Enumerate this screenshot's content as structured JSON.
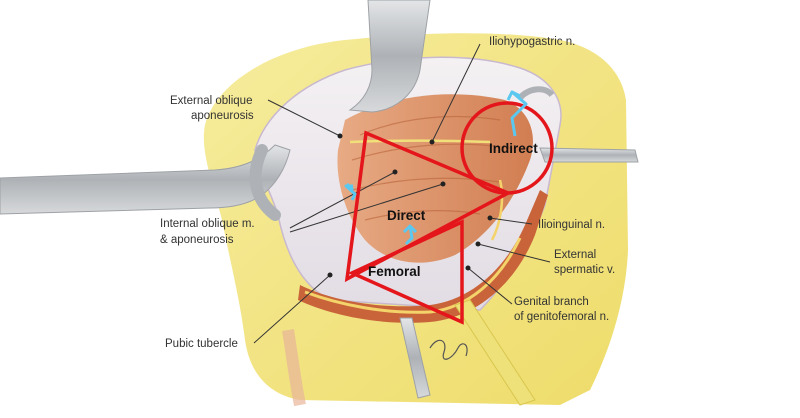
{
  "labels": {
    "iliohypogastric": "Iliohypogastric n.",
    "ext_oblique_line1": "External oblique",
    "ext_oblique_line2": "aponeurosis",
    "int_oblique_line1": "Internal oblique m.",
    "int_oblique_line2": "& aponeurosis",
    "ilioinguinal": "Ilioinguinal n.",
    "ext_spermatic_line1": "External",
    "ext_spermatic_line2": "spermatic v.",
    "genital_line1": "Genital branch",
    "genital_line2": "of genitofemoral n.",
    "pubic_tubercle": "Pubic tubercle"
  },
  "hernia_zones": {
    "indirect": "Indirect",
    "direct": "Direct",
    "femoral": "Femoral"
  },
  "colors": {
    "outline": "#e4161b",
    "arrow": "#5bc8f0",
    "fat": "#f2e586",
    "muscle": "#d98a5a",
    "retractor": "#c6c9cc"
  }
}
